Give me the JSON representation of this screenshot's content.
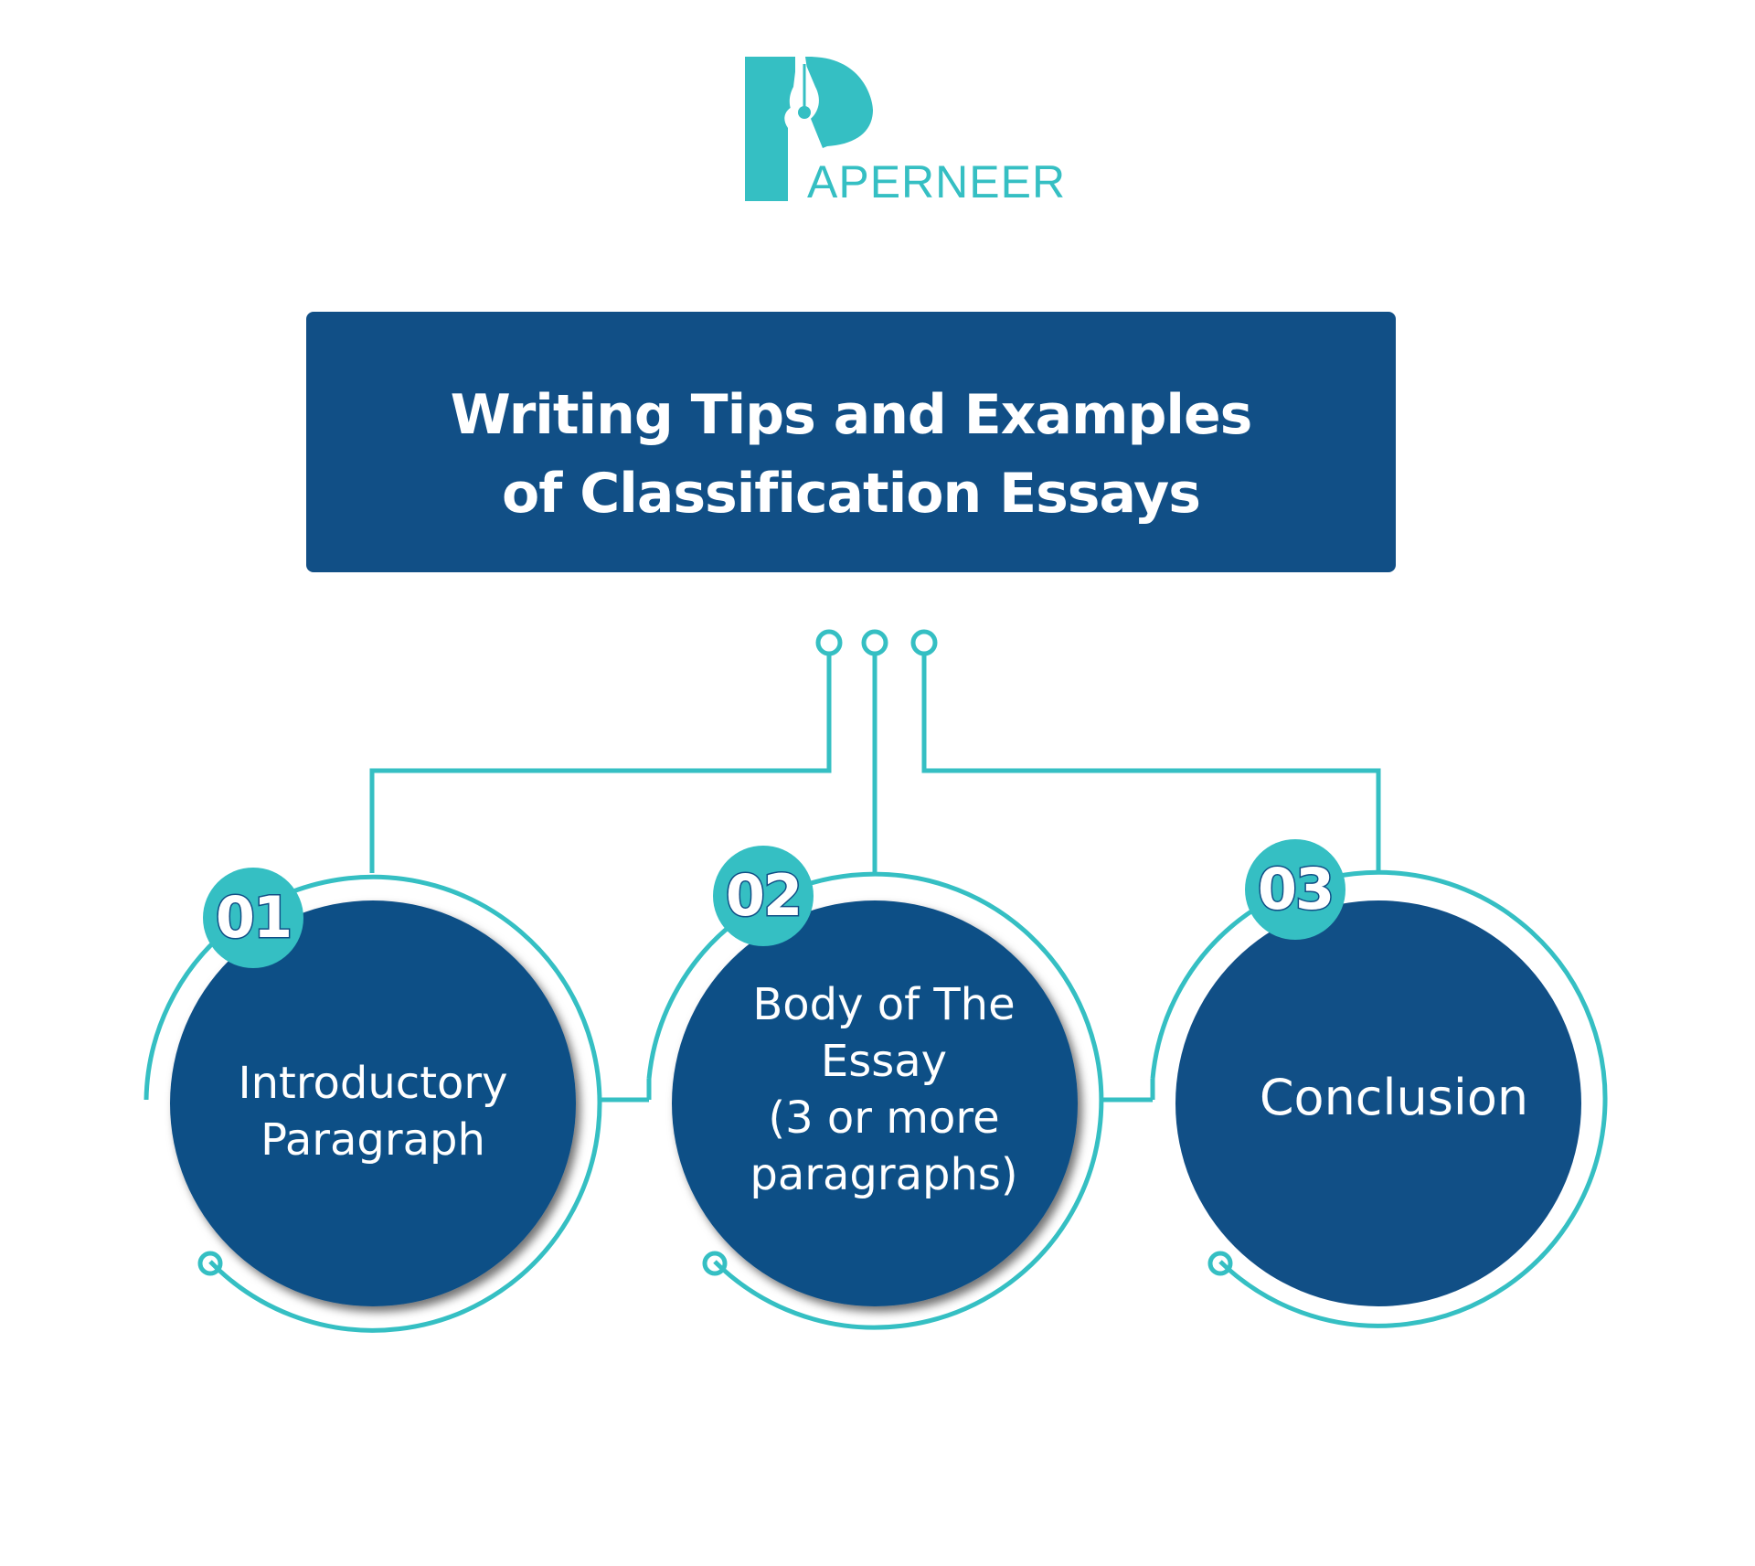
{
  "brand": {
    "name": "APERNEER",
    "logo_letter": "P",
    "colors": {
      "teal": "#35bfc3",
      "navy": "#114f86"
    }
  },
  "title": {
    "line1": "Writing Tips and Examples",
    "line2": "of Classification Essays"
  },
  "steps": [
    {
      "number": "01",
      "label_lines": [
        "Introductory",
        "Paragraph"
      ]
    },
    {
      "number": "02",
      "label_lines": [
        "Body of The",
        "Essay",
        "(3 or more",
        "paragraphs)"
      ]
    },
    {
      "number": "03",
      "label_lines": [
        "Conclusion"
      ]
    }
  ]
}
